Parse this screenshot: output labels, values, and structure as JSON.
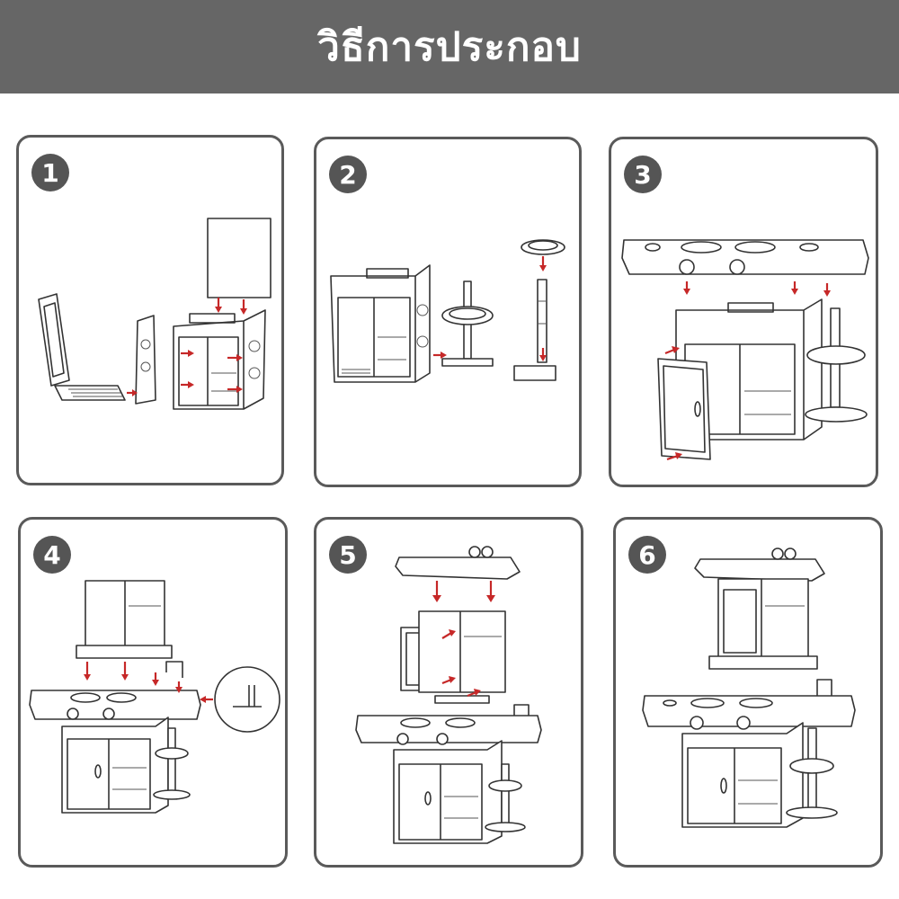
{
  "header": {
    "title": "วิธีการประกอบ"
  },
  "steps": [
    {
      "number": "1",
      "illustration": "side-panels-and-base-assembly"
    },
    {
      "number": "2",
      "illustration": "cabinet-frame-and-stand"
    },
    {
      "number": "3",
      "illustration": "stovetop-and-door"
    },
    {
      "number": "4",
      "illustration": "upper-shelf-and-faucet"
    },
    {
      "number": "5",
      "illustration": "canopy-and-window"
    },
    {
      "number": "6",
      "illustration": "completed-kitchen"
    }
  ],
  "colors": {
    "header_bg": "#666666",
    "badge_bg": "#555555",
    "arrow": "#c62828",
    "panel_border": "#5a5a5a"
  }
}
